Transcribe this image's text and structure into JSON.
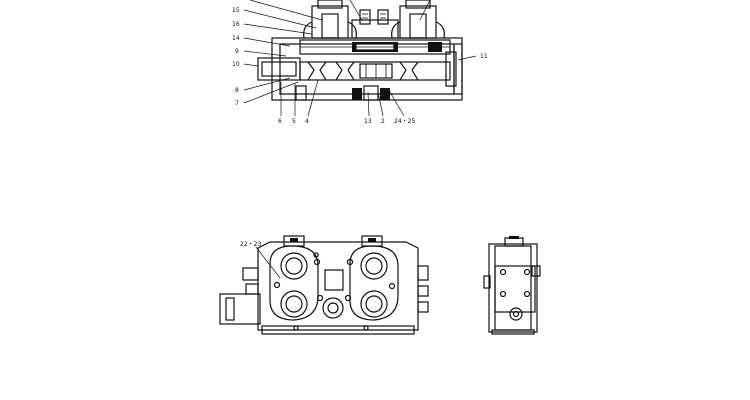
{
  "callouts": {
    "c15": "15",
    "c16": "16",
    "c14": "14",
    "c9": "9",
    "c10": "10",
    "c8": "8",
    "c7": "7",
    "c11": "11",
    "c6": "6",
    "c5": "5",
    "c4": "4",
    "c13": "13",
    "c2": "2",
    "c24_25": "24・25",
    "c22_23": "22・23"
  }
}
